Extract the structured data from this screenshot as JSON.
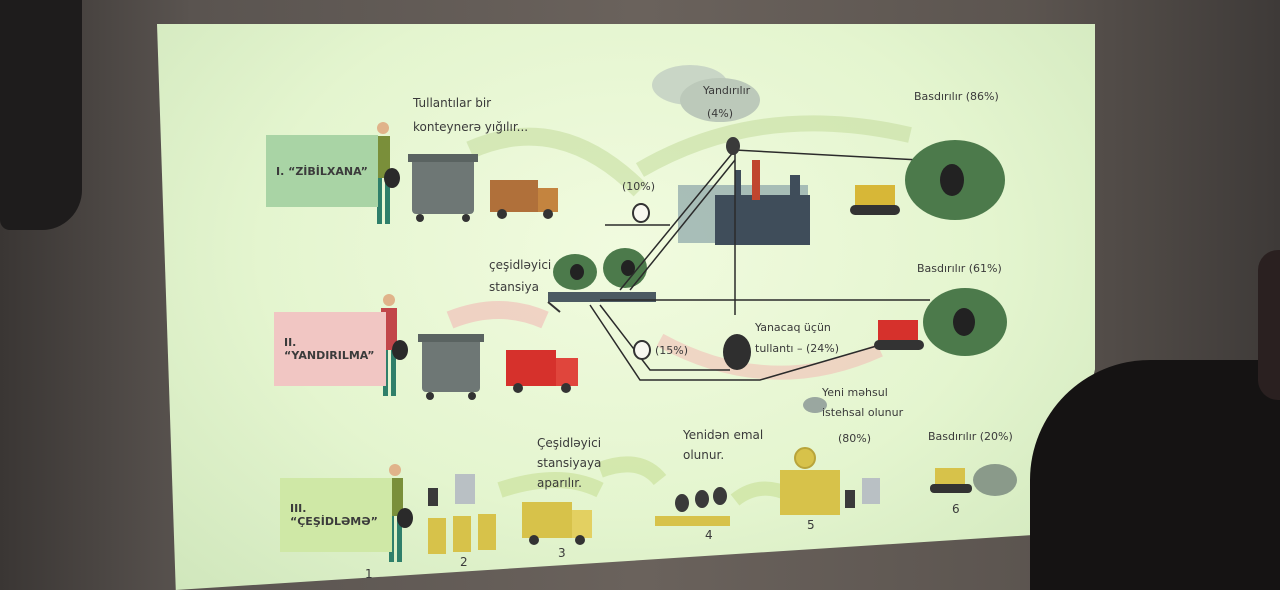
{
  "rows": [
    {
      "label": "I. “ZİBİLXANA”",
      "color": "#a9d4a5"
    },
    {
      "label": "II. “YANDIRILMA”",
      "color": "#f1c6c3"
    },
    {
      "label": "III. “ÇEŞİDLƏMƏ”",
      "color": "#cfe8a6"
    }
  ],
  "texts": {
    "collect_1": "Tullantılar bir",
    "collect_2": "konteynerə yığılır...",
    "burn_top": "Yandırılır",
    "burn_top_pct": "(4%)",
    "landfill_1": "Basdırılır (86%)",
    "pct_10": "(10%)",
    "sort_station_1": "çeşidləyici",
    "sort_station_2": "stansiya",
    "landfill_2": "Basdırılır (61%)",
    "pct_15": "(15%)",
    "fuel_1": "Yanacaq üçün",
    "fuel_2": "tullantı – (24%)",
    "to_station_1": "Çeşidləyici",
    "to_station_2": "stansiyaya",
    "to_station_3": "aparılır.",
    "reprocess_1": "Yenidən emal",
    "reprocess_2": "olunur.",
    "newprod_1": "Yeni məhsul",
    "newprod_2": "istehsal olunur",
    "newprod_pct": "(80%)",
    "landfill_3": "Basdırılır (20%)"
  },
  "steps": [
    "1",
    "2",
    "3",
    "4",
    "5",
    "6"
  ],
  "colors": {
    "accent_green": "#6fa84a",
    "truck_brown": "#b0703a",
    "truck_red": "#d6312c",
    "truck_yellow": "#d7c24a",
    "bin_gray": "#6e7775",
    "factory_dark": "#3f4d5a",
    "bush_green": "#4c7a4b"
  }
}
